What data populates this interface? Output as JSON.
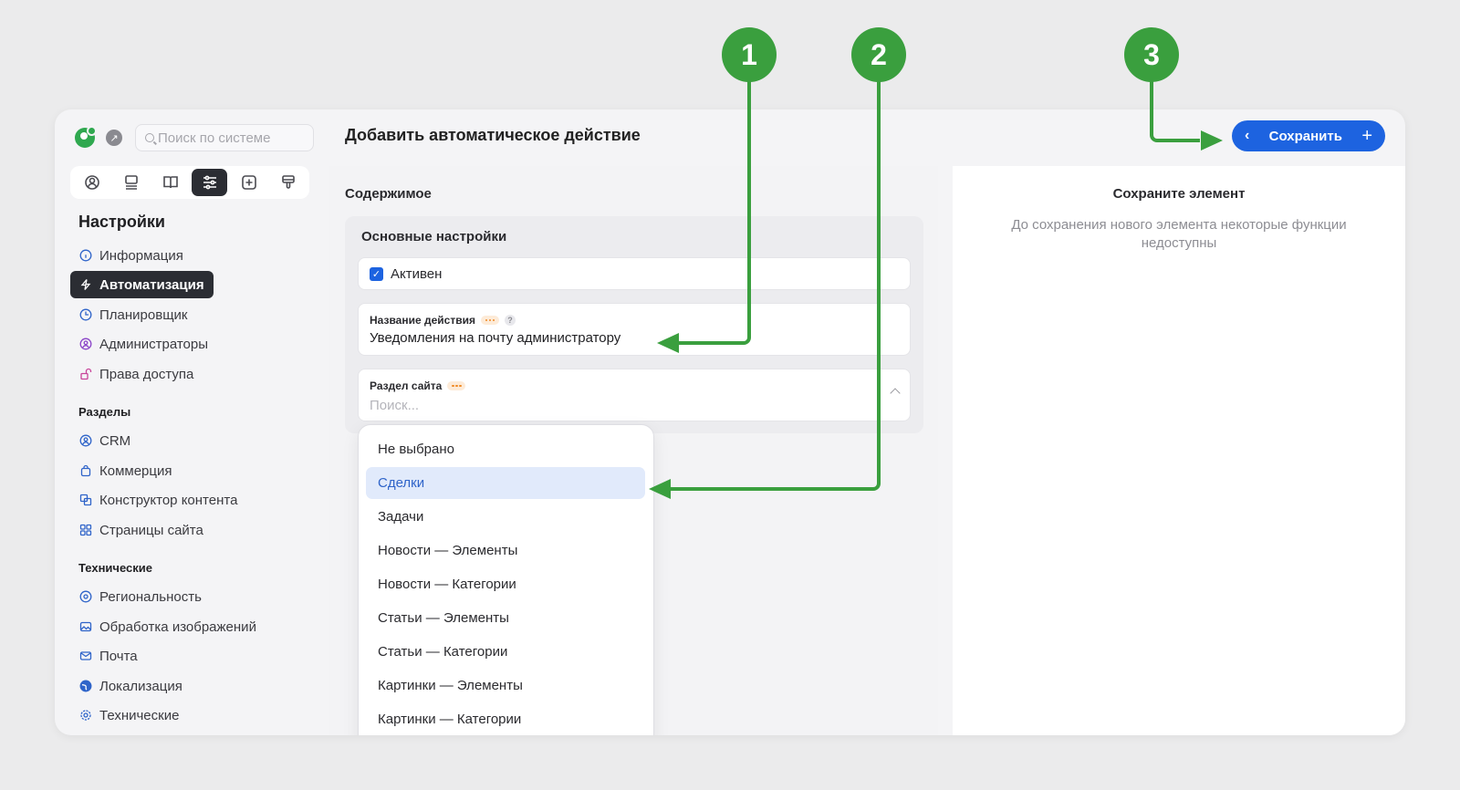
{
  "sidebar": {
    "search_placeholder": "Поиск по системе",
    "heading": "Настройки",
    "settings_items": [
      {
        "label": "Информация",
        "icon": "info-icon"
      },
      {
        "label": "Автоматизация",
        "icon": "automation-icon",
        "active": true
      },
      {
        "label": "Планировщик",
        "icon": "scheduler-icon"
      },
      {
        "label": "Администраторы",
        "icon": "admin-icon"
      },
      {
        "label": "Права доступа",
        "icon": "lock-icon"
      }
    ],
    "sections_heading": "Разделы",
    "section_items": [
      {
        "label": "CRM",
        "icon": "crm-icon"
      },
      {
        "label": "Коммерция",
        "icon": "bag-icon"
      },
      {
        "label": "Конструктор контента",
        "icon": "constructor-icon"
      },
      {
        "label": "Страницы сайта",
        "icon": "grid-icon"
      }
    ],
    "technical_heading": "Технические",
    "technical_items": [
      {
        "label": "Региональность",
        "icon": "location-icon"
      },
      {
        "label": "Обработка изображений",
        "icon": "image-icon"
      },
      {
        "label": "Почта",
        "icon": "mail-icon"
      },
      {
        "label": "Локализация",
        "icon": "globe-icon"
      },
      {
        "label": "Технические",
        "icon": "gear-icon"
      }
    ]
  },
  "header": {
    "title": "Добавить автоматическое действие",
    "save_label": "Сохранить"
  },
  "content": {
    "section_label": "Содержимое",
    "card_title": "Основные настройки",
    "active_label": "Активен",
    "name_label": "Название действия",
    "name_value": "Уведомления на почту администратору",
    "site_section_label": "Раздел сайта",
    "site_section_placeholder": "Поиск..."
  },
  "dropdown": {
    "options": [
      "Не выбрано",
      "Сделки",
      "Задачи",
      "Новости — Элементы",
      "Новости — Категории",
      "Статьи — Элементы",
      "Статьи — Категории",
      "Картинки — Элементы",
      "Картинки — Категории"
    ],
    "selected_index": 1
  },
  "right_panel": {
    "title": "Сохраните элемент",
    "text": "До сохранения нового элемента некоторые функции недоступны"
  },
  "annotations": {
    "badges": [
      "1",
      "2",
      "3"
    ],
    "color": "#3a9f3e"
  },
  "colors": {
    "accent": "#1d63e0",
    "dark": "#2b2d33",
    "selected_bg": "#e1eafb",
    "annotation": "#3a9f3e"
  }
}
